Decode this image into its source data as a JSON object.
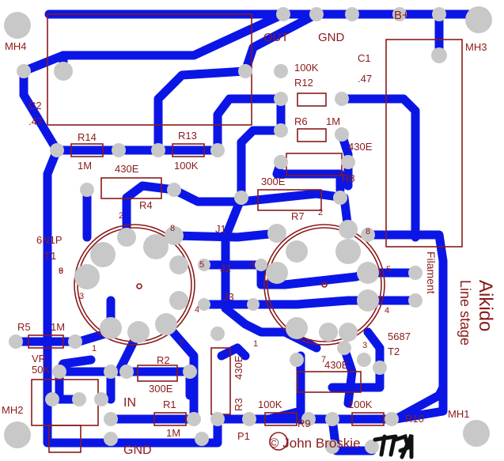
{
  "board": {
    "labels": {
      "mh4": "MH4",
      "mh3": "MH3",
      "mh2": "MH2",
      "mh1": "MH1",
      "out": "OUT",
      "gnd_top": "GND",
      "bplus": "B+",
      "c1": "C1",
      "c1_val": ".47",
      "c2": "C2",
      "c2_val": ".47",
      "r12_val": "100K",
      "r12": "R12",
      "r6": "R6",
      "r6_val": "1M",
      "r14": "R14",
      "r14_val": "1M",
      "r13": "R13",
      "r13_val": "100K",
      "r8_top_val": "430E",
      "r8": "R8",
      "r4_val": "430E",
      "r4": "R4",
      "r7_val": "300E",
      "r7": "R7",
      "j1": "J1",
      "j2": "J2",
      "j3": "J3",
      "v1": "6N1P",
      "v1_suffix": "T1",
      "filament": "Filament",
      "aikido": "Aikido",
      "line_stage": "Line stage",
      "t2_type": "5687",
      "t2": "T2",
      "r5": "R5",
      "r5_val": "1M",
      "vr_label": "VR",
      "vr_val": "50K",
      "in": "IN",
      "r2": "R2",
      "r2_val": "300E",
      "r3": "R3",
      "r3_val": "430E",
      "r5b_val": "430E",
      "r9_val": "100K",
      "r9": "R9",
      "r10_val": "100K",
      "r10": "R10",
      "r1": "R1",
      "r1_val": "1M",
      "gnd_bottom": "GND",
      "p1": "P1",
      "copyright": "© John Broskie"
    },
    "pin_numbers": [
      "2",
      "8",
      "5",
      "4",
      "6",
      "1",
      "7",
      "3",
      "9",
      "2",
      "8",
      "6",
      "5",
      "4",
      "1",
      "7",
      "3"
    ]
  }
}
